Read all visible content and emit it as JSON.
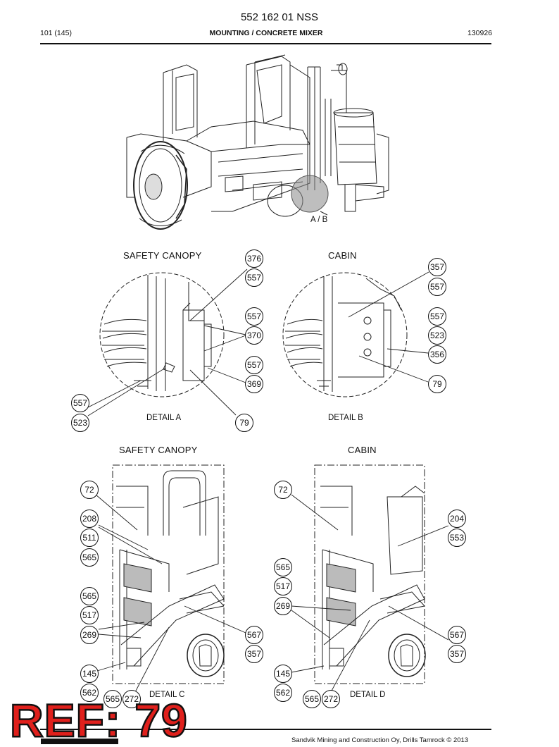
{
  "header": {
    "part_number": "552 162 01 NSS",
    "page": "101 (145)",
    "section": "MOUNTING / CONCRETE MIXER",
    "date_code": "130926"
  },
  "main_view": {
    "callout": "A / B"
  },
  "details": {
    "a": {
      "heading": "SAFETY CANOPY",
      "caption": "DETAIL A"
    },
    "b": {
      "heading": "CABIN",
      "caption": "DETAIL B"
    },
    "c": {
      "heading": "SAFETY CANOPY",
      "caption": "DETAIL C"
    },
    "d": {
      "heading": "CABIN",
      "caption": "DETAIL D"
    }
  },
  "callouts": {
    "a": [
      "376",
      "557",
      "557",
      "370",
      "557",
      "369",
      "557",
      "523",
      "79"
    ],
    "b": [
      "357",
      "557",
      "557",
      "523",
      "356",
      "79"
    ],
    "c": [
      "72",
      "208",
      "511",
      "565",
      "565",
      "517",
      "269",
      "145",
      "562",
      "565",
      "272",
      "567",
      "357"
    ],
    "d": [
      "72",
      "204",
      "553",
      "565",
      "517",
      "269",
      "145",
      "562",
      "565",
      "272",
      "567",
      "357"
    ]
  },
  "watermark": "REF: 79",
  "footer": {
    "copyright": "Sandvik Mining and Construction Oy, Drills Tamrock © 2013"
  }
}
